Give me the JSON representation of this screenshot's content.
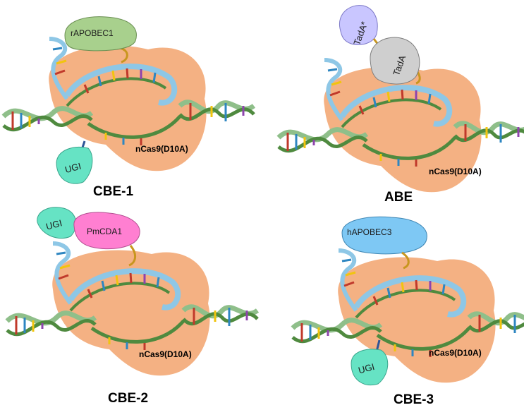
{
  "diagram": {
    "panels": [
      {
        "id": "cbe1",
        "title": "CBE-1",
        "cas_label": "nCas9(D10A)",
        "deaminase": "rAPOBEC1",
        "ugi": "UGI"
      },
      {
        "id": "abe",
        "title": "ABE",
        "cas_label": "nCas9(D10A)",
        "tada_star": "TadA*",
        "tada": "TadA"
      },
      {
        "id": "cbe2",
        "title": "CBE-2",
        "cas_label": "nCas9(D10A)",
        "deaminase": "PmCDA1",
        "ugi": "UGI"
      },
      {
        "id": "cbe3",
        "title": "CBE-3",
        "cas_label": "nCas9(D10A)",
        "deaminase": "hAPOBEC3",
        "ugi": "UGI"
      }
    ],
    "colors": {
      "cas9": "#f4b183",
      "dna_backbone": "#8fbf8a",
      "dna_dark": "#4f8a3f",
      "rna": "#8ec7e6",
      "rapobec1": "#a8d08d",
      "ugi": "#66e3c4",
      "pmcda1": "#ff7fd1",
      "hapobec3": "#7ec8f4",
      "tada_star": "#c9c6ff",
      "tada": "#cfcfcf",
      "linker": "#c8961e",
      "ugi_linker": "#2f5597"
    }
  }
}
